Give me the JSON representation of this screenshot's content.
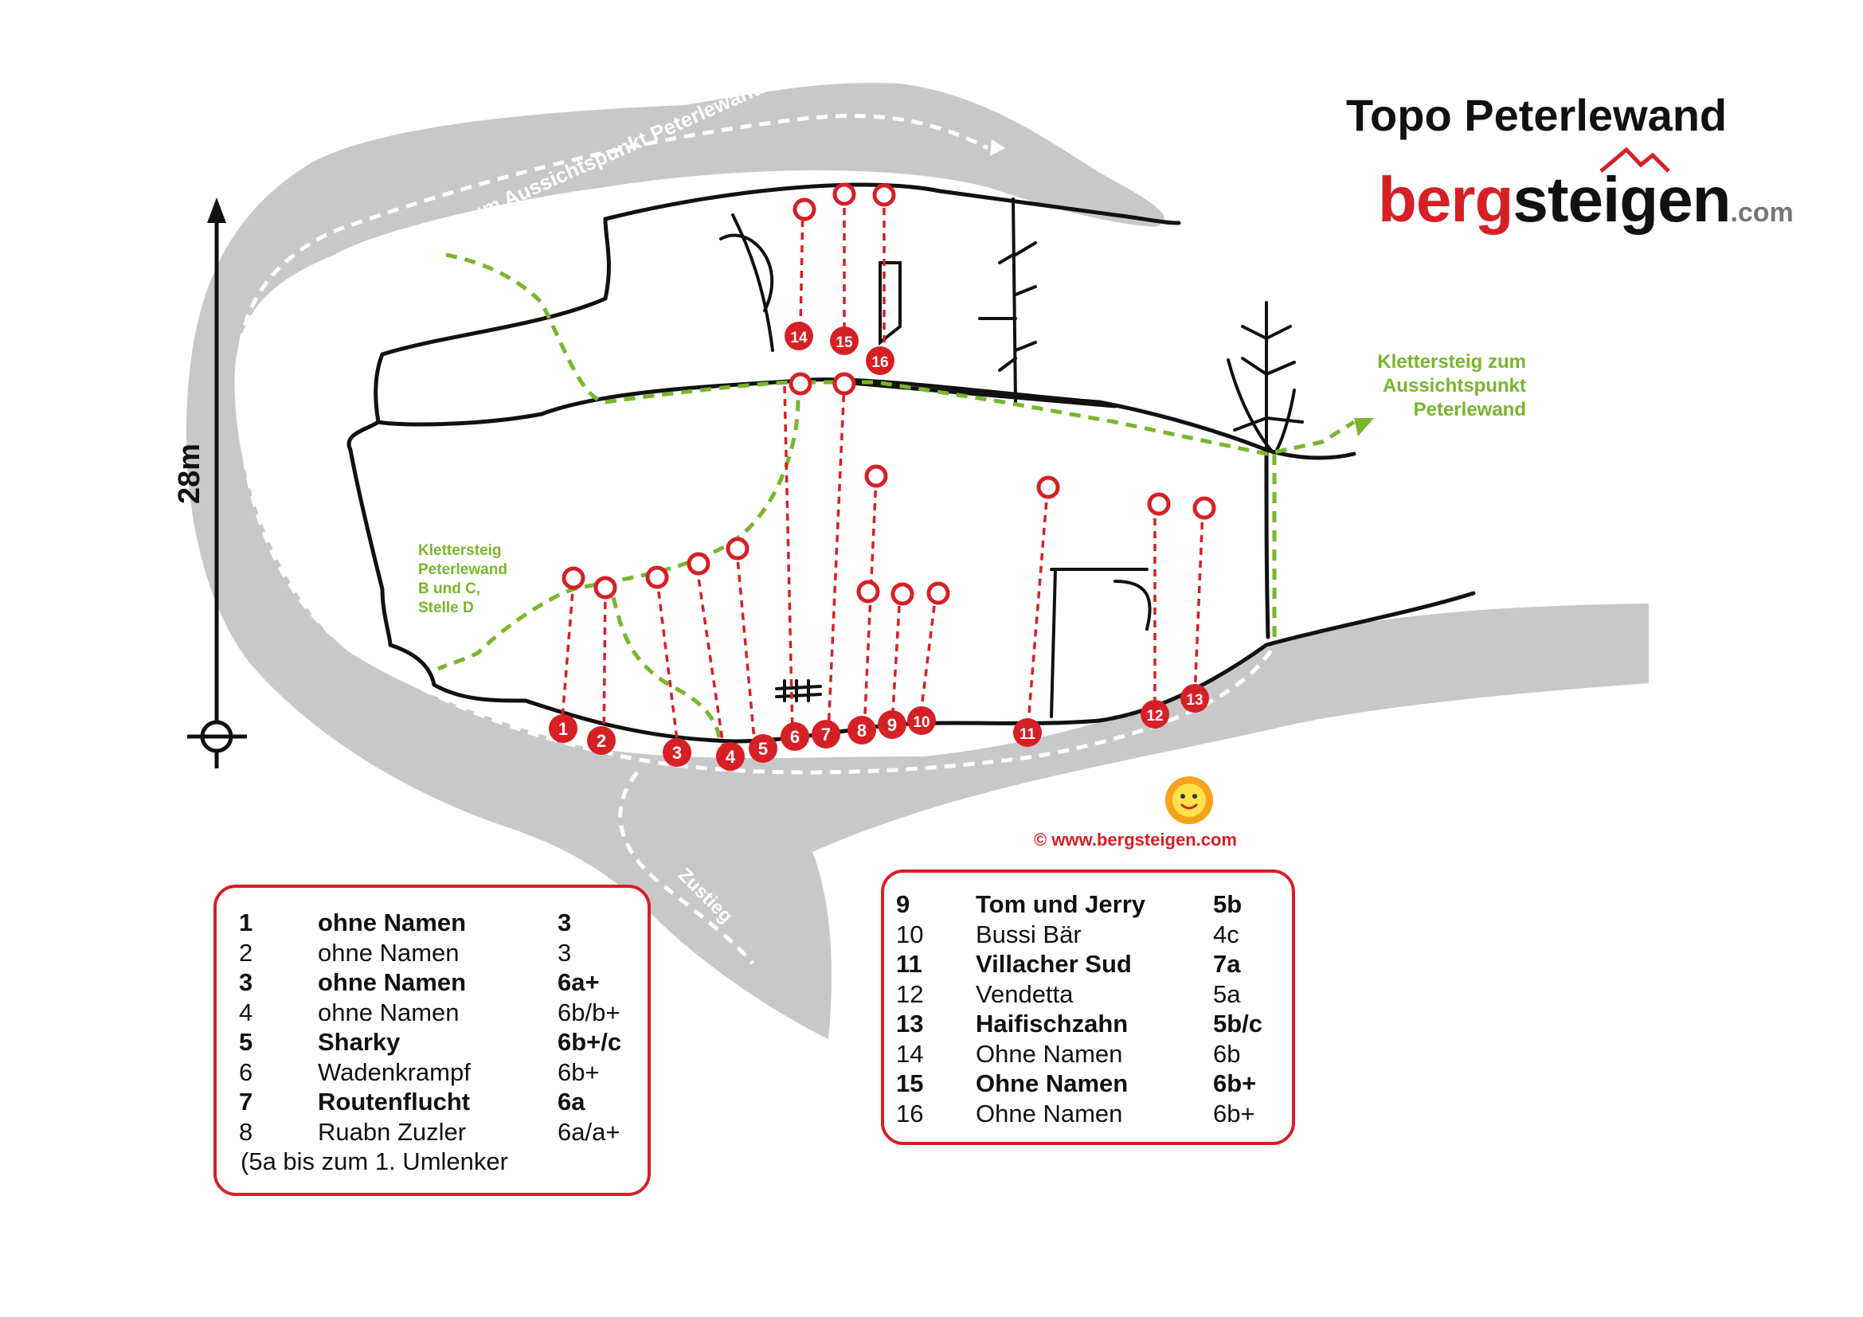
{
  "title": "Topo Peterlewand",
  "logo": {
    "part_red": "berg",
    "part_black": "steigen",
    "part_grey": ".com"
  },
  "copyright": "©  www.bergsteigen.com",
  "height_label": "28m",
  "path_labels": {
    "descent": "Zu- bzw. Abstieg zum Aussichtspunkt Peterlewand",
    "approach": "Zustieg"
  },
  "klettersteig_right": [
    "Klettersteig zum",
    "Aussichtspunkt",
    "Peterlewand"
  ],
  "klettersteig_left": [
    "Klettersteig",
    "Peterlewand",
    "B und C,",
    "Stelle D"
  ],
  "route_markers": [
    "1",
    "2",
    "3",
    "4",
    "5",
    "6",
    "7",
    "8",
    "9",
    "10",
    "11",
    "12",
    "13",
    "14",
    "15",
    "16"
  ],
  "colors": {
    "accent_red": "#d71f26",
    "rock_grey": "#c8c8c8",
    "klettersteig_green": "#7ab52b"
  },
  "legend_left": {
    "routes": [
      {
        "num": "1",
        "name": "ohne Namen",
        "grade": "3",
        "bold": true
      },
      {
        "num": "2",
        "name": "ohne Namen",
        "grade": "3",
        "bold": false
      },
      {
        "num": "3",
        "name": "ohne Namen",
        "grade": "6a+",
        "bold": true
      },
      {
        "num": "4",
        "name": "ohne Namen",
        "grade": "6b/b+",
        "bold": false
      },
      {
        "num": "5",
        "name": "Sharky",
        "grade": "6b+/c",
        "bold": true
      },
      {
        "num": "6",
        "name": "Wadenkrampf",
        "grade": "6b+",
        "bold": false
      },
      {
        "num": "7",
        "name": "Routenflucht",
        "grade": "6a",
        "bold": true
      },
      {
        "num": "8",
        "name": "Ruabn Zuzler",
        "grade": "6a/a+",
        "bold": false
      }
    ],
    "note": "(5a bis zum 1. Umlenker"
  },
  "legend_right": {
    "routes": [
      {
        "num": "9",
        "name": "Tom und Jerry",
        "grade": "5b",
        "bold": true
      },
      {
        "num": "10",
        "name": "Bussi Bär",
        "grade": "4c",
        "bold": false
      },
      {
        "num": "11",
        "name": "Villacher Sud",
        "grade": "7a",
        "bold": true
      },
      {
        "num": "12",
        "name": "Vendetta",
        "grade": "5a",
        "bold": false
      },
      {
        "num": "13",
        "name": "Haifischzahn",
        "grade": "5b/c",
        "bold": true
      },
      {
        "num": "14",
        "name": "Ohne Namen",
        "grade": "6b",
        "bold": false
      },
      {
        "num": "15",
        "name": "Ohne Namen",
        "grade": "6b+",
        "bold": true
      },
      {
        "num": "16",
        "name": "Ohne Namen",
        "grade": "6b+",
        "bold": false
      }
    ]
  }
}
